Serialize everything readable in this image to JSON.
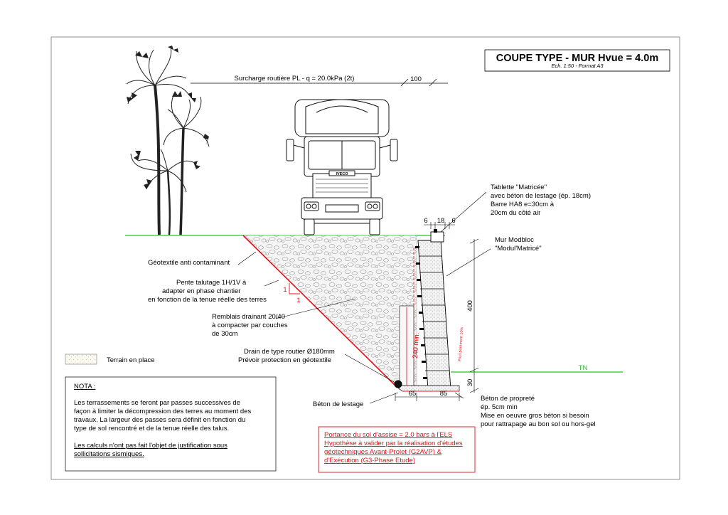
{
  "title": {
    "main": "COUPE TYPE - MUR Hvue = 4.0m",
    "scale": "Ech. 1:50 - Format A3"
  },
  "surcharge": {
    "label": "Surcharge routière PL - q = 20.0kPa (2t)",
    "dim": "100"
  },
  "truck": {
    "brand": "IVECO"
  },
  "labels": {
    "tablette": [
      "Tablette \"Matricée\"",
      "avec béton de lestage (ép. 18cm)",
      "Barre HA8 e=30cm à",
      "20cm du côté air"
    ],
    "mur": [
      "Mur Modbloc",
      "\"Modul'Matricé\""
    ],
    "geotextile": "Géotextile anti contaminant",
    "pente": [
      "Pente talutage 1H/1V à",
      "adapter en phase chantier",
      "en fonction de la tenue réelle des terres"
    ],
    "remblais": [
      "Remblais drainant 20/40",
      "à compacter par couches",
      "de 30cm"
    ],
    "drain": [
      "Drain de type routier Ø180mm",
      "Prévoir protection en géotextile"
    ],
    "beton_lestage": "Béton de lestage",
    "beton_proprete": [
      "Béton de propreté",
      "ép. 5cm min",
      "Mise en oeuvre gros béton si besoin",
      "pour rattrapage au bon sol ou hors-gel"
    ],
    "tn": "TN",
    "fruit": "Fruit parement 10%",
    "slope_h": "1",
    "slope_v": "1"
  },
  "dims": {
    "top_left": "6",
    "top_mid": "18",
    "top_right": "6",
    "height": "400",
    "min_len": "240 min.",
    "bottom_left": "65",
    "bottom_right": "85",
    "embed": "30"
  },
  "legend": {
    "terrain": "Terrain en place"
  },
  "nota": {
    "heading": "NOTA :",
    "p1": [
      "Les terrassements se feront par passes successives de",
      "façon à limiter la décompression des terres au moment des",
      "travaux. La largeur des passes sera définit en fonction du",
      "type de sol rencontré et de la tenue réelle des talus."
    ],
    "p2": [
      "Les calculs n'ont pas fait l'objet de justification sous",
      "sollicitations sismiques."
    ]
  },
  "portance": [
    "Portance du sol d'assise = 2.0 bars à l'ELS",
    "Hypothèse à valider par la réalisation d'études",
    "géotechniques Avant-Projet (G2AVP) &",
    "d'Exécution (G3-Phase Etude)"
  ],
  "colors": {
    "ground_line": "#2bbf2b",
    "red": "#e0131a",
    "fill_backfill": "#f4f4f4",
    "terrain": "#f1ecd2"
  },
  "icons": [
    "palm-tree-icon",
    "truck-icon"
  ]
}
